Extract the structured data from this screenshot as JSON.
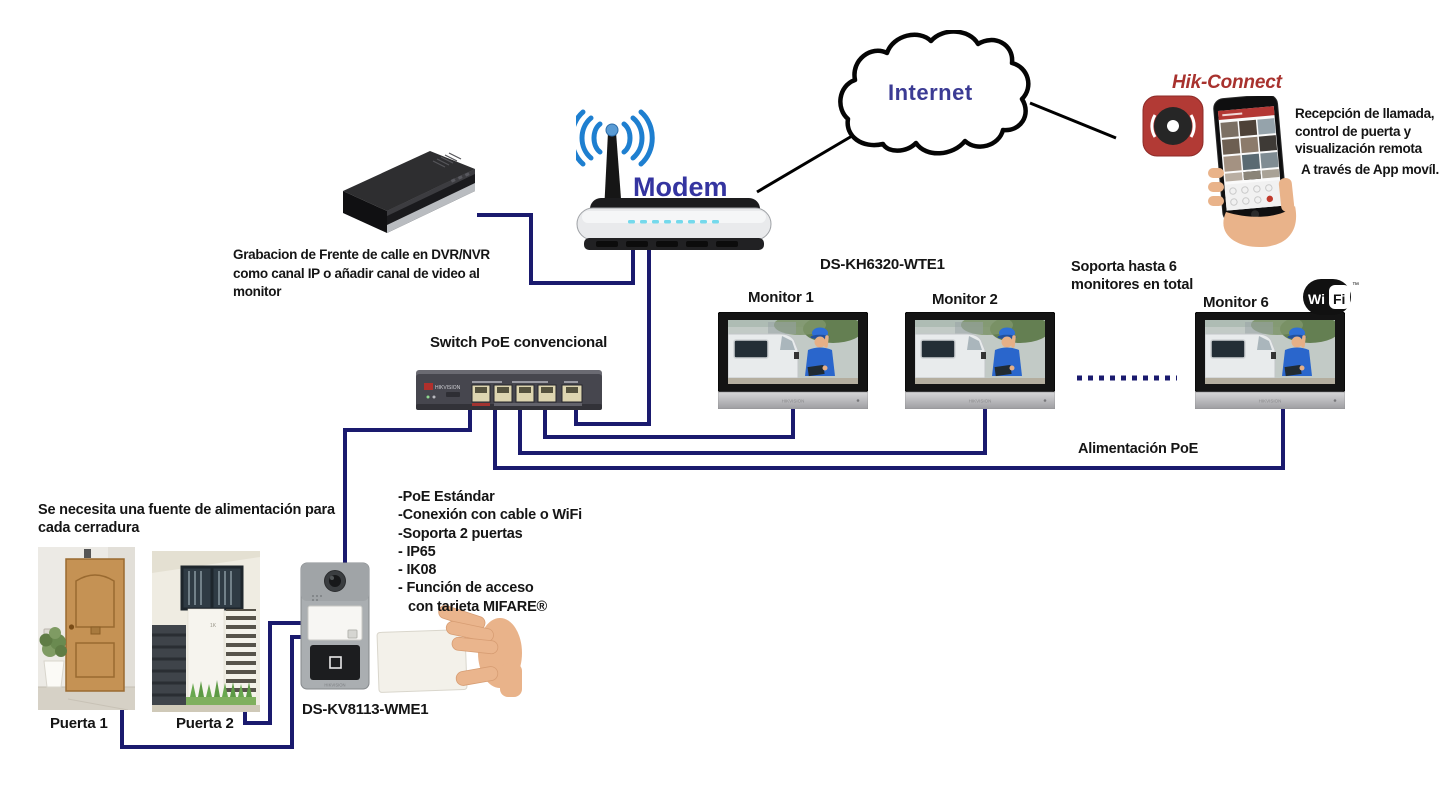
{
  "cloud": {
    "label": "Internet"
  },
  "modem": {
    "label": "Modem"
  },
  "hik_connect": {
    "title": "Hik-Connect",
    "description_lines": [
      "Recepción de llamada,",
      "control de puerta y",
      "visualización remota"
    ],
    "app_note": "A través de App movíl."
  },
  "dvr": {
    "note_lines": [
      "Grabacion de Frente de calle en DVR/NVR",
      "como canal IP o añadir canal de video al",
      "monitor"
    ]
  },
  "switch": {
    "label": "Switch PoE convencional",
    "brand": "HIKVISION"
  },
  "monitors": {
    "model": "DS-KH6320-WTE1",
    "monitor1": "Monitor 1",
    "monitor2": "Monitor 2",
    "monitor6": "Monitor 6",
    "capacity_lines": [
      "Soporta hasta 6",
      "monitores en total"
    ],
    "brand": "HIKVISION"
  },
  "wifi_logo": {
    "wi": "Wi",
    "fi": "Fi",
    "tm": "™"
  },
  "poe": {
    "label": "Alimentación PoE"
  },
  "door_station": {
    "model": "DS-KV8113-WME1",
    "brand": "HIKVISION",
    "features": [
      "-PoE Estándar",
      "-Conexión con cable o WiFi",
      "-Soporta 2 puertas",
      "- IP65",
      "- IK08",
      "- Función de acceso",
      "con tarieta MIFARE®"
    ]
  },
  "doors": {
    "note_lines": [
      "Se necesita una fuente de alimentación para",
      "cada cerradura"
    ],
    "door1": "Puerta 1",
    "door2": "Puerta 2"
  },
  "colors": {
    "wire": "#1a1a6e",
    "label_blue": "#3434a0",
    "hik_red": "#a8322e",
    "led_cyan": "#74d9ec"
  }
}
